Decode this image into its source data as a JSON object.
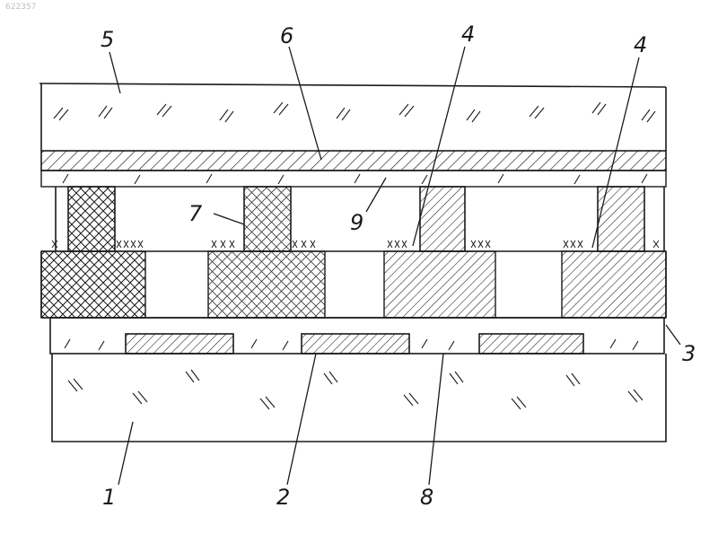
{
  "figure": {
    "corner_mark": "622357",
    "callouts": [
      {
        "id": "top-glass",
        "text": "5"
      },
      {
        "id": "top-electrode-layer",
        "text": "6"
      },
      {
        "id": "spacer-mid",
        "text": "4"
      },
      {
        "id": "spacer-right",
        "text": "4"
      },
      {
        "id": "spacer-left",
        "text": "7"
      },
      {
        "id": "gap",
        "text": "9"
      },
      {
        "id": "dielectric-layer",
        "text": "3"
      },
      {
        "id": "bottom-glass",
        "text": "1"
      },
      {
        "id": "bottom-electrode",
        "text": "2"
      },
      {
        "id": "bottom-insulating-layer",
        "text": "8"
      }
    ]
  }
}
